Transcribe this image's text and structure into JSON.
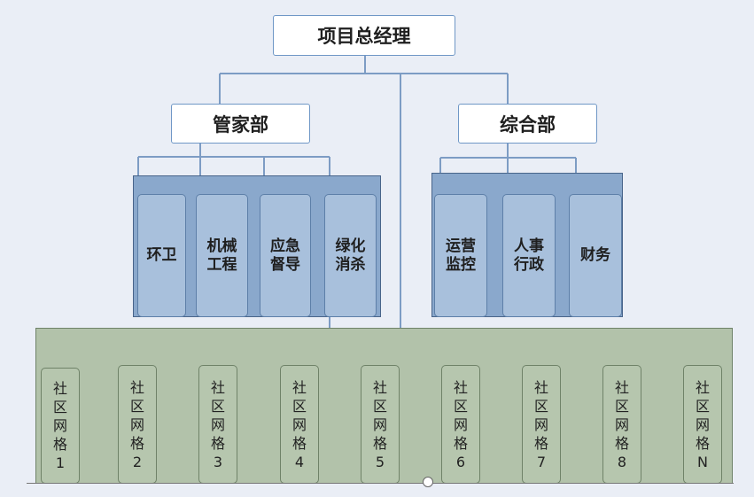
{
  "root": {
    "label": "项目总经理"
  },
  "departments": [
    {
      "label": "管家部",
      "units": [
        "环卫",
        "机械\n工程",
        "应急\n督导",
        "绿化\n消杀"
      ]
    },
    {
      "label": "综合部",
      "units": [
        "运营\n监控",
        "人事\n行政",
        "财务"
      ]
    }
  ],
  "grids": [
    {
      "label": "社\n区\n网\n格\n1"
    },
    {
      "label": "社\n区\n网\n格\n2"
    },
    {
      "label": "社\n区\n网\n格\n3"
    },
    {
      "label": "社\n区\n网\n格\n4"
    },
    {
      "label": "社\n区\n网\n格\n5"
    },
    {
      "label": "社\n区\n网\n格\n6"
    },
    {
      "label": "社\n区\n网\n格\n7"
    },
    {
      "label": "社\n区\n网\n格\n8"
    },
    {
      "label": "社\n区\n网\n格\nN"
    }
  ],
  "colors": {
    "background": "#eaeef6",
    "connector": "#7d9cc4",
    "dept_panel": "#8aa8cc",
    "grid_panel": "#b2c2aa"
  }
}
